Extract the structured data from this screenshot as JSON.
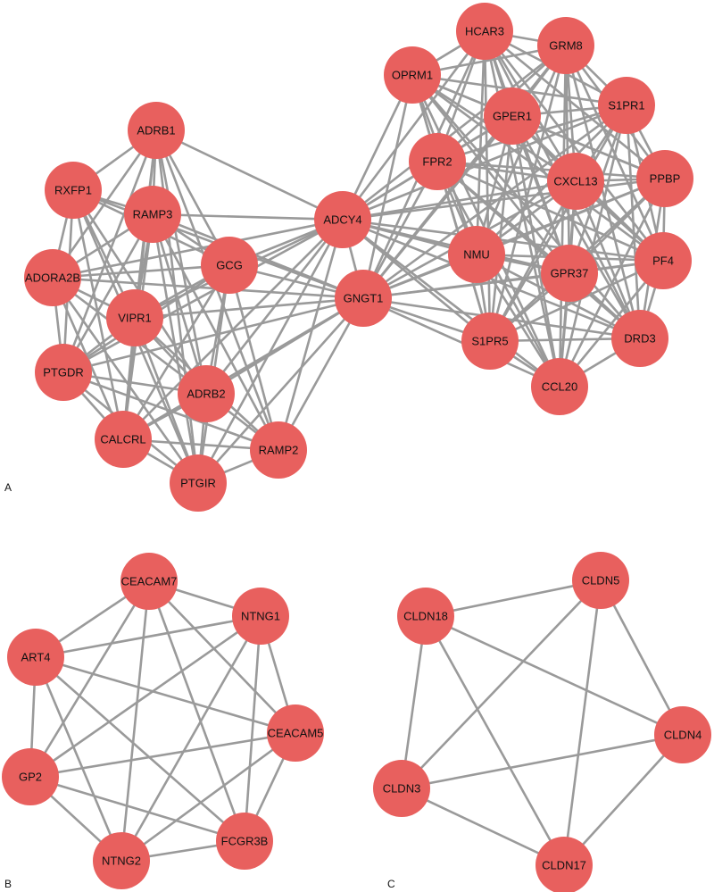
{
  "colors": {
    "node": "#e8605e",
    "edge": "#9a9a9a",
    "label": "#111111"
  },
  "panels": [
    {
      "id": "A",
      "label": "A",
      "nodes": [
        "ADRB1",
        "RXFP1",
        "RAMP3",
        "ADORA2B",
        "GCG",
        "VIPR1",
        "PTGDR",
        "ADRB2",
        "CALCRL",
        "PTGIR",
        "RAMP2",
        "ADCY4",
        "GNGT1",
        "HCAR3",
        "GRM8",
        "OPRM1",
        "GPER1",
        "S1PR1",
        "FPR2",
        "CXCL13",
        "PPBP",
        "NMU",
        "PF4",
        "GPR37",
        "S1PR5",
        "DRD3",
        "CCL20"
      ],
      "edges": [
        [
          "ADRB1",
          "RXFP1"
        ],
        [
          "ADRB1",
          "RAMP3"
        ],
        [
          "ADRB1",
          "ADORA2B"
        ],
        [
          "ADRB1",
          "GCG"
        ],
        [
          "ADRB1",
          "VIPR1"
        ],
        [
          "ADRB1",
          "PTGDR"
        ],
        [
          "ADRB1",
          "ADRB2"
        ],
        [
          "ADRB1",
          "CALCRL"
        ],
        [
          "ADRB1",
          "PTGIR"
        ],
        [
          "ADRB1",
          "RAMP2"
        ],
        [
          "ADRB1",
          "ADCY4"
        ],
        [
          "RXFP1",
          "RAMP3"
        ],
        [
          "RXFP1",
          "ADORA2B"
        ],
        [
          "RXFP1",
          "GCG"
        ],
        [
          "RXFP1",
          "VIPR1"
        ],
        [
          "RXFP1",
          "PTGDR"
        ],
        [
          "RXFP1",
          "ADRB2"
        ],
        [
          "RXFP1",
          "CALCRL"
        ],
        [
          "RXFP1",
          "PTGIR"
        ],
        [
          "RXFP1",
          "GNGT1"
        ],
        [
          "RAMP3",
          "ADORA2B"
        ],
        [
          "RAMP3",
          "GCG"
        ],
        [
          "RAMP3",
          "VIPR1"
        ],
        [
          "RAMP3",
          "PTGDR"
        ],
        [
          "RAMP3",
          "ADRB2"
        ],
        [
          "RAMP3",
          "CALCRL"
        ],
        [
          "RAMP3",
          "PTGIR"
        ],
        [
          "RAMP3",
          "RAMP2"
        ],
        [
          "RAMP3",
          "ADCY4"
        ],
        [
          "RAMP3",
          "GNGT1"
        ],
        [
          "ADORA2B",
          "GCG"
        ],
        [
          "ADORA2B",
          "VIPR1"
        ],
        [
          "ADORA2B",
          "PTGDR"
        ],
        [
          "ADORA2B",
          "ADRB2"
        ],
        [
          "ADORA2B",
          "CALCRL"
        ],
        [
          "ADORA2B",
          "PTGIR"
        ],
        [
          "ADORA2B",
          "ADCY4"
        ],
        [
          "ADORA2B",
          "GNGT1"
        ],
        [
          "GCG",
          "VIPR1"
        ],
        [
          "GCG",
          "PTGDR"
        ],
        [
          "GCG",
          "ADRB2"
        ],
        [
          "GCG",
          "CALCRL"
        ],
        [
          "GCG",
          "PTGIR"
        ],
        [
          "GCG",
          "RAMP2"
        ],
        [
          "GCG",
          "ADCY4"
        ],
        [
          "GCG",
          "GNGT1"
        ],
        [
          "VIPR1",
          "PTGDR"
        ],
        [
          "VIPR1",
          "ADRB2"
        ],
        [
          "VIPR1",
          "CALCRL"
        ],
        [
          "VIPR1",
          "PTGIR"
        ],
        [
          "VIPR1",
          "RAMP2"
        ],
        [
          "VIPR1",
          "ADCY4"
        ],
        [
          "VIPR1",
          "GNGT1"
        ],
        [
          "PTGDR",
          "ADRB2"
        ],
        [
          "PTGDR",
          "CALCRL"
        ],
        [
          "PTGDR",
          "PTGIR"
        ],
        [
          "PTGDR",
          "RAMP2"
        ],
        [
          "PTGDR",
          "ADCY4"
        ],
        [
          "PTGDR",
          "GNGT1"
        ],
        [
          "ADRB2",
          "CALCRL"
        ],
        [
          "ADRB2",
          "PTGIR"
        ],
        [
          "ADRB2",
          "RAMP2"
        ],
        [
          "ADRB2",
          "ADCY4"
        ],
        [
          "ADRB2",
          "GNGT1"
        ],
        [
          "CALCRL",
          "PTGIR"
        ],
        [
          "CALCRL",
          "RAMP2"
        ],
        [
          "CALCRL",
          "ADCY4"
        ],
        [
          "CALCRL",
          "GNGT1"
        ],
        [
          "PTGIR",
          "RAMP2"
        ],
        [
          "PTGIR",
          "ADCY4"
        ],
        [
          "PTGIR",
          "GNGT1"
        ],
        [
          "RAMP2",
          "ADCY4"
        ],
        [
          "RAMP2",
          "GNGT1"
        ],
        [
          "ADCY4",
          "GNGT1"
        ],
        [
          "ADCY4",
          "OPRM1"
        ],
        [
          "ADCY4",
          "HCAR3"
        ],
        [
          "ADCY4",
          "GRM8"
        ],
        [
          "ADCY4",
          "GPER1"
        ],
        [
          "ADCY4",
          "S1PR1"
        ],
        [
          "ADCY4",
          "FPR2"
        ],
        [
          "ADCY4",
          "CXCL13"
        ],
        [
          "ADCY4",
          "PPBP"
        ],
        [
          "ADCY4",
          "NMU"
        ],
        [
          "ADCY4",
          "PF4"
        ],
        [
          "ADCY4",
          "GPR37"
        ],
        [
          "ADCY4",
          "S1PR5"
        ],
        [
          "ADCY4",
          "DRD3"
        ],
        [
          "ADCY4",
          "CCL20"
        ],
        [
          "GNGT1",
          "OPRM1"
        ],
        [
          "GNGT1",
          "HCAR3"
        ],
        [
          "GNGT1",
          "GRM8"
        ],
        [
          "GNGT1",
          "GPER1"
        ],
        [
          "GNGT1",
          "S1PR1"
        ],
        [
          "GNGT1",
          "FPR2"
        ],
        [
          "GNGT1",
          "CXCL13"
        ],
        [
          "GNGT1",
          "PPBP"
        ],
        [
          "GNGT1",
          "NMU"
        ],
        [
          "GNGT1",
          "PF4"
        ],
        [
          "GNGT1",
          "GPR37"
        ],
        [
          "GNGT1",
          "S1PR5"
        ],
        [
          "GNGT1",
          "DRD3"
        ],
        [
          "GNGT1",
          "CCL20"
        ],
        [
          "HCAR3",
          "GRM8"
        ],
        [
          "HCAR3",
          "OPRM1"
        ],
        [
          "HCAR3",
          "GPER1"
        ],
        [
          "HCAR3",
          "S1PR1"
        ],
        [
          "HCAR3",
          "FPR2"
        ],
        [
          "HCAR3",
          "CXCL13"
        ],
        [
          "HCAR3",
          "PPBP"
        ],
        [
          "HCAR3",
          "NMU"
        ],
        [
          "HCAR3",
          "PF4"
        ],
        [
          "HCAR3",
          "GPR37"
        ],
        [
          "HCAR3",
          "S1PR5"
        ],
        [
          "HCAR3",
          "DRD3"
        ],
        [
          "HCAR3",
          "CCL20"
        ],
        [
          "GRM8",
          "OPRM1"
        ],
        [
          "GRM8",
          "GPER1"
        ],
        [
          "GRM8",
          "S1PR1"
        ],
        [
          "GRM8",
          "FPR2"
        ],
        [
          "GRM8",
          "CXCL13"
        ],
        [
          "GRM8",
          "PPBP"
        ],
        [
          "GRM8",
          "NMU"
        ],
        [
          "GRM8",
          "PF4"
        ],
        [
          "GRM8",
          "GPR37"
        ],
        [
          "GRM8",
          "S1PR5"
        ],
        [
          "GRM8",
          "DRD3"
        ],
        [
          "GRM8",
          "CCL20"
        ],
        [
          "OPRM1",
          "GPER1"
        ],
        [
          "OPRM1",
          "S1PR1"
        ],
        [
          "OPRM1",
          "FPR2"
        ],
        [
          "OPRM1",
          "CXCL13"
        ],
        [
          "OPRM1",
          "PPBP"
        ],
        [
          "OPRM1",
          "NMU"
        ],
        [
          "OPRM1",
          "PF4"
        ],
        [
          "OPRM1",
          "GPR37"
        ],
        [
          "OPRM1",
          "S1PR5"
        ],
        [
          "OPRM1",
          "DRD3"
        ],
        [
          "OPRM1",
          "CCL20"
        ],
        [
          "GPER1",
          "S1PR1"
        ],
        [
          "GPER1",
          "FPR2"
        ],
        [
          "GPER1",
          "CXCL13"
        ],
        [
          "GPER1",
          "PPBP"
        ],
        [
          "GPER1",
          "NMU"
        ],
        [
          "GPER1",
          "PF4"
        ],
        [
          "GPER1",
          "GPR37"
        ],
        [
          "GPER1",
          "S1PR5"
        ],
        [
          "GPER1",
          "DRD3"
        ],
        [
          "GPER1",
          "CCL20"
        ],
        [
          "S1PR1",
          "FPR2"
        ],
        [
          "S1PR1",
          "CXCL13"
        ],
        [
          "S1PR1",
          "PPBP"
        ],
        [
          "S1PR1",
          "NMU"
        ],
        [
          "S1PR1",
          "PF4"
        ],
        [
          "S1PR1",
          "GPR37"
        ],
        [
          "S1PR1",
          "S1PR5"
        ],
        [
          "S1PR1",
          "DRD3"
        ],
        [
          "S1PR1",
          "CCL20"
        ],
        [
          "FPR2",
          "CXCL13"
        ],
        [
          "FPR2",
          "PPBP"
        ],
        [
          "FPR2",
          "NMU"
        ],
        [
          "FPR2",
          "PF4"
        ],
        [
          "FPR2",
          "GPR37"
        ],
        [
          "FPR2",
          "S1PR5"
        ],
        [
          "FPR2",
          "DRD3"
        ],
        [
          "FPR2",
          "CCL20"
        ],
        [
          "CXCL13",
          "PPBP"
        ],
        [
          "CXCL13",
          "NMU"
        ],
        [
          "CXCL13",
          "PF4"
        ],
        [
          "CXCL13",
          "GPR37"
        ],
        [
          "CXCL13",
          "S1PR5"
        ],
        [
          "CXCL13",
          "DRD3"
        ],
        [
          "CXCL13",
          "CCL20"
        ],
        [
          "PPBP",
          "NMU"
        ],
        [
          "PPBP",
          "PF4"
        ],
        [
          "PPBP",
          "GPR37"
        ],
        [
          "PPBP",
          "S1PR5"
        ],
        [
          "PPBP",
          "DRD3"
        ],
        [
          "PPBP",
          "CCL20"
        ],
        [
          "NMU",
          "PF4"
        ],
        [
          "NMU",
          "GPR37"
        ],
        [
          "NMU",
          "S1PR5"
        ],
        [
          "NMU",
          "DRD3"
        ],
        [
          "NMU",
          "CCL20"
        ],
        [
          "PF4",
          "GPR37"
        ],
        [
          "PF4",
          "S1PR5"
        ],
        [
          "PF4",
          "DRD3"
        ],
        [
          "PF4",
          "CCL20"
        ],
        [
          "GPR37",
          "S1PR5"
        ],
        [
          "GPR37",
          "DRD3"
        ],
        [
          "GPR37",
          "CCL20"
        ],
        [
          "S1PR5",
          "DRD3"
        ],
        [
          "S1PR5",
          "CCL20"
        ],
        [
          "DRD3",
          "CCL20"
        ]
      ]
    },
    {
      "id": "B",
      "label": "B",
      "nodes": [
        "CEACAM7",
        "NTNG1",
        "ART4",
        "CEACAM5",
        "GP2",
        "FCGR3B",
        "NTNG2"
      ],
      "edges": [
        [
          "CEACAM7",
          "NTNG1"
        ],
        [
          "CEACAM7",
          "ART4"
        ],
        [
          "CEACAM7",
          "CEACAM5"
        ],
        [
          "CEACAM7",
          "GP2"
        ],
        [
          "CEACAM7",
          "FCGR3B"
        ],
        [
          "CEACAM7",
          "NTNG2"
        ],
        [
          "NTNG1",
          "ART4"
        ],
        [
          "NTNG1",
          "CEACAM5"
        ],
        [
          "NTNG1",
          "GP2"
        ],
        [
          "NTNG1",
          "FCGR3B"
        ],
        [
          "NTNG1",
          "NTNG2"
        ],
        [
          "ART4",
          "CEACAM5"
        ],
        [
          "ART4",
          "GP2"
        ],
        [
          "ART4",
          "FCGR3B"
        ],
        [
          "ART4",
          "NTNG2"
        ],
        [
          "CEACAM5",
          "GP2"
        ],
        [
          "CEACAM5",
          "FCGR3B"
        ],
        [
          "CEACAM5",
          "NTNG2"
        ],
        [
          "GP2",
          "FCGR3B"
        ],
        [
          "GP2",
          "NTNG2"
        ],
        [
          "FCGR3B",
          "NTNG2"
        ]
      ]
    },
    {
      "id": "C",
      "label": "C",
      "nodes": [
        "CLDN5",
        "CLDN18",
        "CLDN4",
        "CLDN3",
        "CLDN17"
      ],
      "edges": [
        [
          "CLDN5",
          "CLDN18"
        ],
        [
          "CLDN5",
          "CLDN4"
        ],
        [
          "CLDN5",
          "CLDN3"
        ],
        [
          "CLDN5",
          "CLDN17"
        ],
        [
          "CLDN18",
          "CLDN4"
        ],
        [
          "CLDN18",
          "CLDN3"
        ],
        [
          "CLDN18",
          "CLDN17"
        ],
        [
          "CLDN4",
          "CLDN3"
        ],
        [
          "CLDN4",
          "CLDN17"
        ],
        [
          "CLDN3",
          "CLDN17"
        ]
      ]
    }
  ]
}
